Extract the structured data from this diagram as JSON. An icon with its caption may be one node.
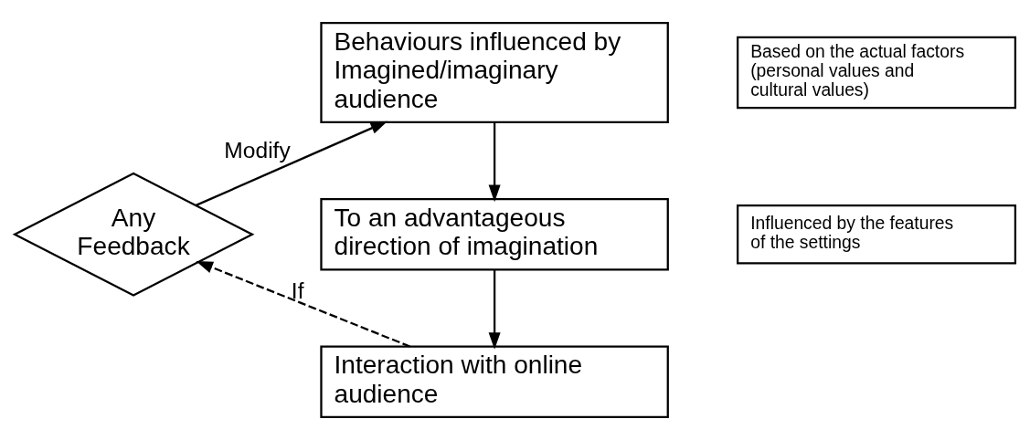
{
  "diagram": {
    "nodes": [
      {
        "text": [
          "Behaviours influenced by Imagined/imaginary audience"
        ]
      },
      {
        "text": [
          "Based on the actual factors (personal values and cultural values)"
        ]
      },
      {
        "text": [
          "Influenced by the features of the settings"
        ]
      },
      {
        "text": [
          "To an advantageous direction of imagination"
        ]
      },
      {
        "text": [
          "Interaction with online audience"
        ]
      },
      {
        "text": [
          "Any Feedback"
        ]
      }
    ],
    "edges": [
      {
        "from": 0,
        "to": 3,
        "arrow": "to"
      },
      {
        "from": 3,
        "to": 4,
        "arrow": "to"
      },
      {
        "from": 4,
        "to": 5,
        "arrow": "to",
        "label": "If",
        "style": "dashed"
      },
      {
        "from": 5,
        "to": 0,
        "arrow": "to",
        "label": "Modify"
      }
    ]
  }
}
